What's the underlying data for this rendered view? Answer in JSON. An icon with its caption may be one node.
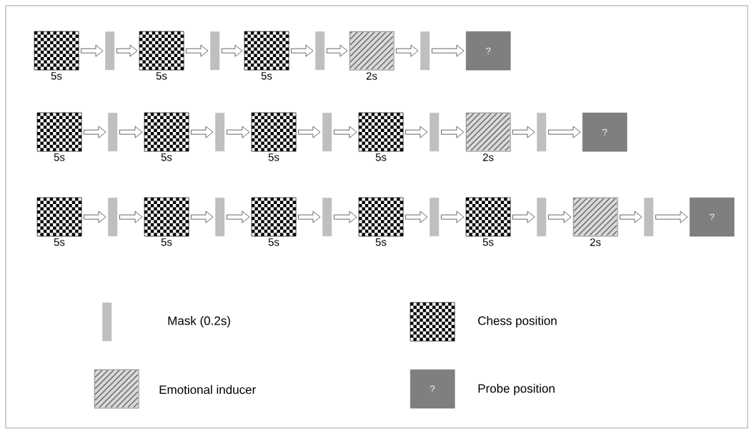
{
  "diagram": {
    "nodes": [
      {
        "text": [],
        "shape": "box",
        "beside": [
          "5s"
        ]
      },
      {
        "text": [],
        "shape": "bar"
      },
      {
        "text": [],
        "shape": "box",
        "beside": [
          "5s"
        ]
      },
      {
        "text": [],
        "shape": "bar"
      },
      {
        "text": [],
        "shape": "box",
        "beside": [
          "5s"
        ]
      },
      {
        "text": [],
        "shape": "bar"
      },
      {
        "text": [],
        "shape": "box",
        "beside": [
          "2s"
        ]
      },
      {
        "text": [],
        "shape": "bar"
      },
      {
        "text": [
          "?"
        ]
      },
      {
        "text": [],
        "shape": "box",
        "beside": [
          "5s"
        ]
      },
      {
        "text": [],
        "shape": "bar"
      },
      {
        "text": [],
        "shape": "box",
        "beside": [
          "5s"
        ]
      },
      {
        "text": [],
        "shape": "bar"
      },
      {
        "text": [],
        "shape": "box",
        "beside": [
          "5s"
        ]
      },
      {
        "text": [],
        "shape": "bar"
      },
      {
        "text": [],
        "shape": "box",
        "beside": [
          "5s"
        ]
      },
      {
        "text": [],
        "shape": "bar"
      },
      {
        "text": [],
        "shape": "box",
        "beside": [
          "2s"
        ]
      },
      {
        "text": [],
        "shape": "bar"
      },
      {
        "text": [
          "?"
        ]
      },
      {
        "text": [],
        "shape": "box",
        "beside": [
          "5s"
        ]
      },
      {
        "text": [],
        "shape": "bar"
      },
      {
        "text": [],
        "shape": "box",
        "beside": [
          "5s"
        ]
      },
      {
        "text": [],
        "shape": "bar"
      },
      {
        "text": [],
        "shape": "box",
        "beside": [
          "5s"
        ]
      },
      {
        "text": [],
        "shape": "bar"
      },
      {
        "text": [],
        "shape": "box",
        "beside": [
          "5s"
        ]
      },
      {
        "text": [],
        "shape": "bar"
      },
      {
        "text": [],
        "shape": "box",
        "beside": [
          "5s"
        ]
      },
      {
        "text": [],
        "shape": "bar"
      },
      {
        "text": [],
        "shape": "box",
        "beside": [
          "2s"
        ]
      },
      {
        "text": [],
        "shape": "bar"
      },
      {
        "text": [
          "?"
        ]
      }
    ],
    "edges": [
      {
        "from": 0,
        "to": 1,
        "arrow": "to"
      },
      {
        "from": 1,
        "to": 2,
        "arrow": "to"
      },
      {
        "from": 2,
        "to": 3,
        "arrow": "to"
      },
      {
        "from": 3,
        "to": 4,
        "arrow": "to"
      },
      {
        "from": 4,
        "to": 5,
        "arrow": "to"
      },
      {
        "from": 5,
        "to": 6,
        "arrow": "to"
      },
      {
        "from": 6,
        "to": 7,
        "arrow": "to"
      },
      {
        "from": 7,
        "to": 8,
        "arrow": "to"
      },
      {
        "from": 9,
        "to": 10,
        "arrow": "to"
      },
      {
        "from": 10,
        "to": 11,
        "arrow": "to"
      },
      {
        "from": 11,
        "to": 12,
        "arrow": "to"
      },
      {
        "from": 12,
        "to": 13,
        "arrow": "to"
      },
      {
        "from": 13,
        "to": 14,
        "arrow": "to"
      },
      {
        "from": 14,
        "to": 15,
        "arrow": "to"
      },
      {
        "from": 15,
        "to": 16,
        "arrow": "to"
      },
      {
        "from": 16,
        "to": 17,
        "arrow": "to"
      },
      {
        "from": 17,
        "to": 18,
        "arrow": "to"
      },
      {
        "from": 18,
        "to": 19,
        "arrow": "to"
      },
      {
        "from": 20,
        "to": 21,
        "arrow": "to"
      },
      {
        "from": 21,
        "to": 22,
        "arrow": "to"
      },
      {
        "from": 22,
        "to": 23,
        "arrow": "to"
      },
      {
        "from": 23,
        "to": 24,
        "arrow": "to"
      },
      {
        "from": 24,
        "to": 25,
        "arrow": "to"
      },
      {
        "from": 25,
        "to": 26,
        "arrow": "to"
      },
      {
        "from": 26,
        "to": 27,
        "arrow": "to"
      },
      {
        "from": 27,
        "to": 28,
        "arrow": "to"
      },
      {
        "from": 28,
        "to": 29,
        "arrow": "to"
      },
      {
        "from": 29,
        "to": 30,
        "arrow": "to"
      },
      {
        "from": 30,
        "to": 31,
        "arrow": "to"
      },
      {
        "from": 31,
        "to": 32,
        "arrow": "to"
      }
    ],
    "labels": [
      "?"
    ],
    "legend": [
      {
        "text": "Mask (0.2s)",
        "color": "#bfbfbf"
      },
      {
        "text": "Chess position"
      },
      {
        "text": "Emotional inducer"
      },
      {
        "text": "Probe position"
      }
    ]
  }
}
